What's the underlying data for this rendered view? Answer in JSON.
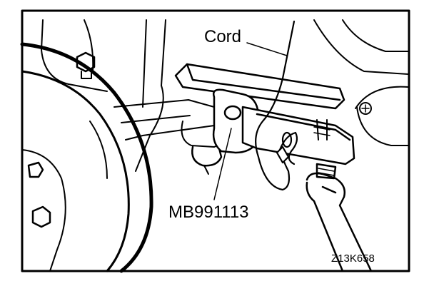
{
  "labels": {
    "cord": "Cord",
    "tool": "MB991113",
    "figure_code": "Z13K658"
  },
  "colors": {
    "ink": "#000000",
    "paper": "#ffffff"
  }
}
